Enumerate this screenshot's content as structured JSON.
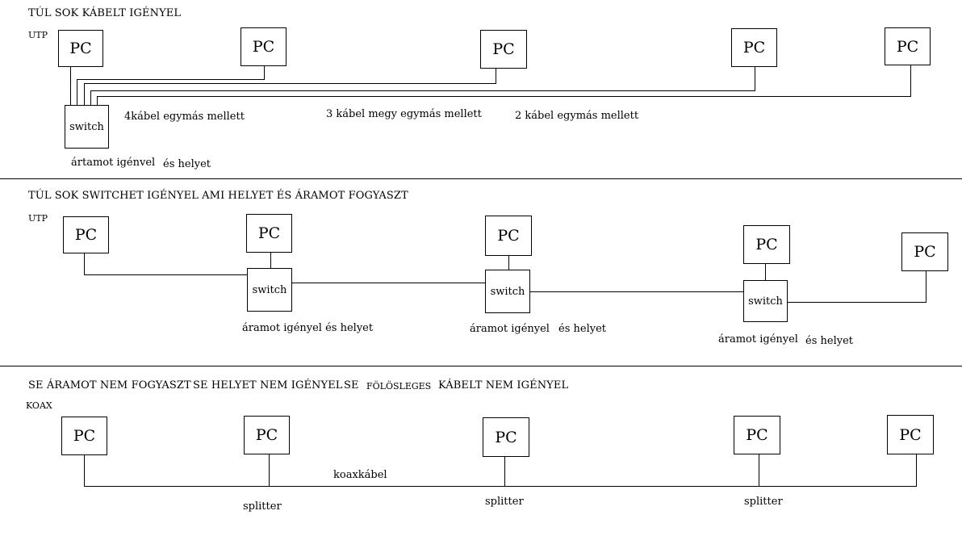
{
  "section1": {
    "title": "TÚL SOK KÁBELT IGÉNYEL",
    "medium": "UTP",
    "pc_label": "PC",
    "switch_label": "switch",
    "notes": {
      "four_cables": "4kábel egymás mellett",
      "three_cables": "3 kábel megy egymás mellett",
      "two_cables": "2 kábel egymás mellett",
      "power": "ártamot igénvel",
      "space": "és helyet"
    }
  },
  "section2": {
    "title": "TÚL SOK SWITCHET IGÉNYEL AMI HELYET ÉS ÁRAMOT FOGYASZT",
    "medium": "UTP",
    "pc_label": "PC",
    "switch_label": "switch",
    "note1": "áramot igényel  és helyet",
    "note2_power": "áramot igényel",
    "note2_space": "és helyet",
    "note3_power": "áramot igényel",
    "note3_space": "és helyet"
  },
  "section3": {
    "title_part1": "SE ÁRAMOT NEM FOGYASZT",
    "title_part2": "SE HELYET NEM IGÉNYEL",
    "title_part3": "SE",
    "title_part4": "FÖLÖSLEGES",
    "title_part5": "KÁBELT NEM IGÉNYEL",
    "medium": "KOAX",
    "pc_label": "PC",
    "cable_label": "koaxkábel",
    "splitter_label": "splitter"
  }
}
